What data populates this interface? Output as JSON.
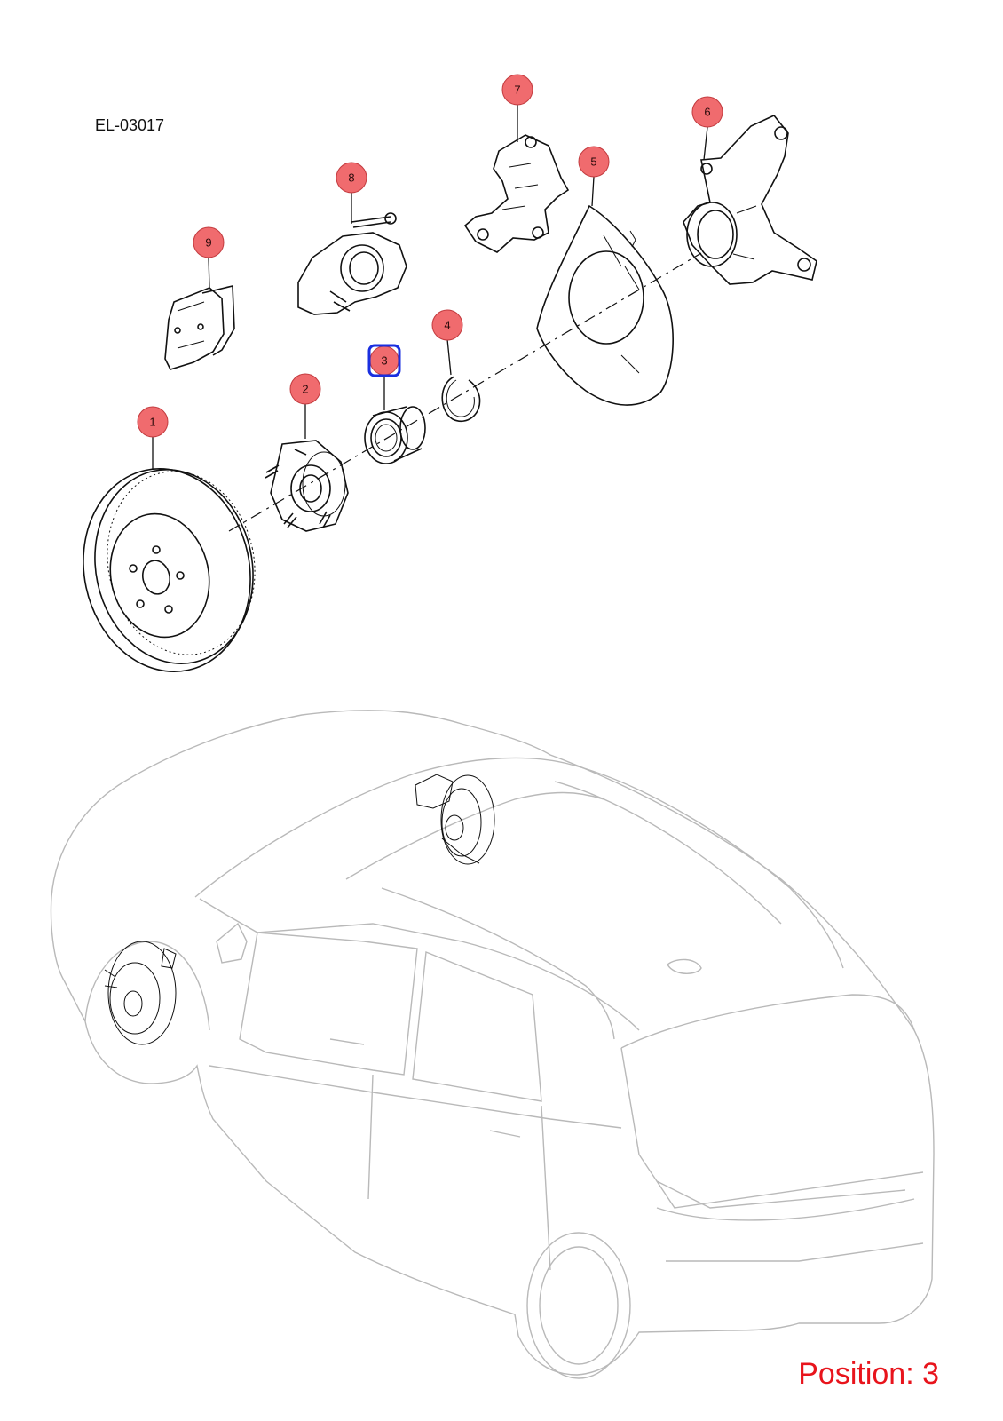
{
  "diagram_code": "EL-03017",
  "position_label": "Position: 3",
  "selected_callout": "3",
  "callouts": [
    {
      "id": "1",
      "label": "1",
      "part": "brake-disc"
    },
    {
      "id": "2",
      "label": "2",
      "part": "wheel-hub"
    },
    {
      "id": "3",
      "label": "3",
      "part": "wheel-bearing"
    },
    {
      "id": "4",
      "label": "4",
      "part": "snap-ring"
    },
    {
      "id": "5",
      "label": "5",
      "part": "dust-shield"
    },
    {
      "id": "6",
      "label": "6",
      "part": "steering-knuckle"
    },
    {
      "id": "7",
      "label": "7",
      "part": "caliper-bracket"
    },
    {
      "id": "8",
      "label": "8",
      "part": "brake-caliper"
    },
    {
      "id": "9",
      "label": "9",
      "part": "brake-pads"
    }
  ],
  "colors": {
    "callout_fill": "#f06b6e",
    "selection_outline": "#1a2fe0",
    "position_text": "#e8141c",
    "vehicle_outline": "#b9b9b9"
  }
}
